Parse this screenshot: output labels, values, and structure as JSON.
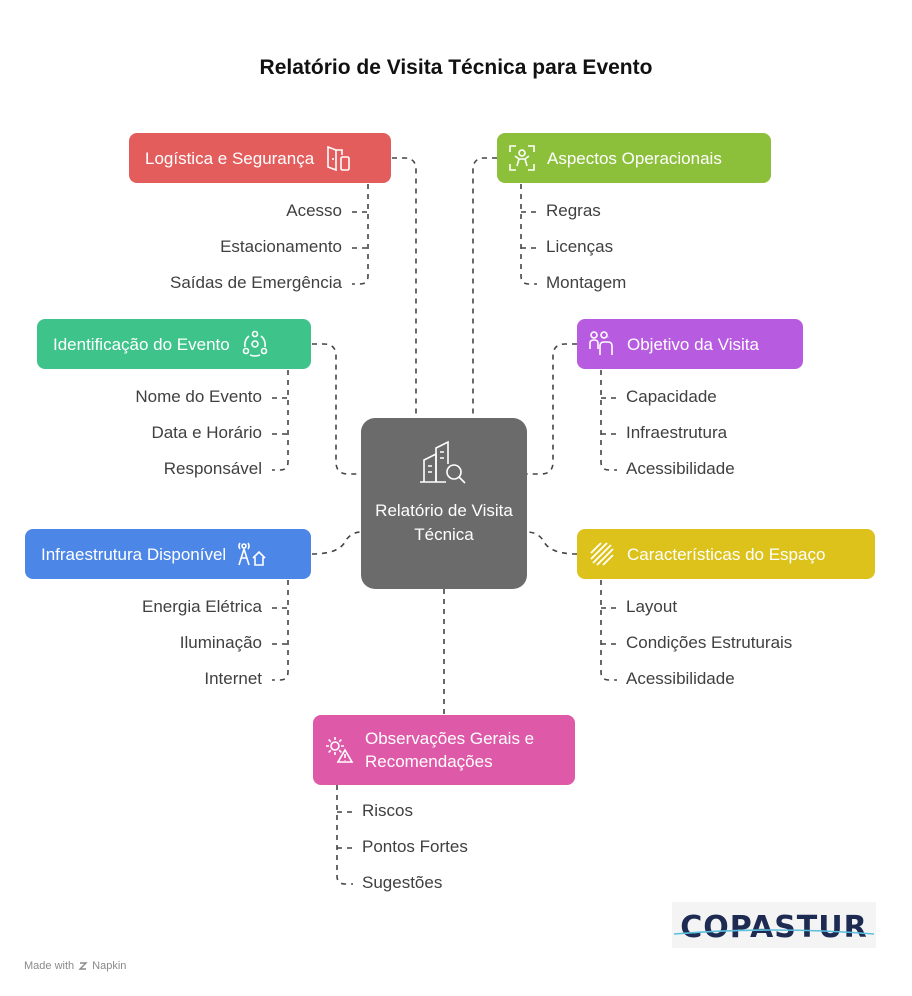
{
  "title": "Relatório de Visita Técnica para Evento",
  "center": {
    "label": "Relatório de Visita Técnica",
    "icon": "building-search-icon"
  },
  "branches": {
    "logistica": {
      "label": "Logística e Segurança",
      "color": "#e35d5d",
      "icon": "door-exit-icon",
      "items": [
        "Acesso",
        "Estacionamento",
        "Saídas de Emergência"
      ]
    },
    "aspectos": {
      "label": "Aspectos Operacionais",
      "color": "#8cc03a",
      "icon": "focus-person-icon",
      "items": [
        "Regras",
        "Licenças",
        "Montagem"
      ]
    },
    "identificacao": {
      "label": "Identificação do Evento",
      "color": "#3ec48a",
      "icon": "network-cycle-icon",
      "items": [
        "Nome do Evento",
        "Data e Horário",
        "Responsável"
      ]
    },
    "objetivo": {
      "label": "Objetivo da Visita",
      "color": "#b75be0",
      "icon": "people-group-icon",
      "items": [
        "Capacidade",
        "Infraestrutura",
        "Acessibilidade"
      ]
    },
    "infra": {
      "label": "Infraestrutura Disponível",
      "color": "#4c86e6",
      "icon": "antenna-home-icon",
      "items": [
        "Energia Elétrica",
        "Iluminação",
        "Internet"
      ]
    },
    "caracteristicas": {
      "label": "Características do Espaço",
      "color": "#dcc21a",
      "icon": "layers-stack-icon",
      "items": [
        "Layout",
        "Condições Estruturais",
        "Acessibilidade"
      ]
    },
    "observacoes": {
      "label": "Observações Gerais e Recomendações",
      "color": "#de5aa8",
      "icon": "gear-warning-icon",
      "items": [
        "Riscos",
        "Pontos Fortes",
        "Sugestões"
      ]
    }
  },
  "footer": {
    "text": "Made with",
    "brand": "Napkin",
    "icon": "napkin-logo-icon"
  },
  "logo": {
    "text": "COPASTUR",
    "icon": "copastur-swoosh"
  }
}
